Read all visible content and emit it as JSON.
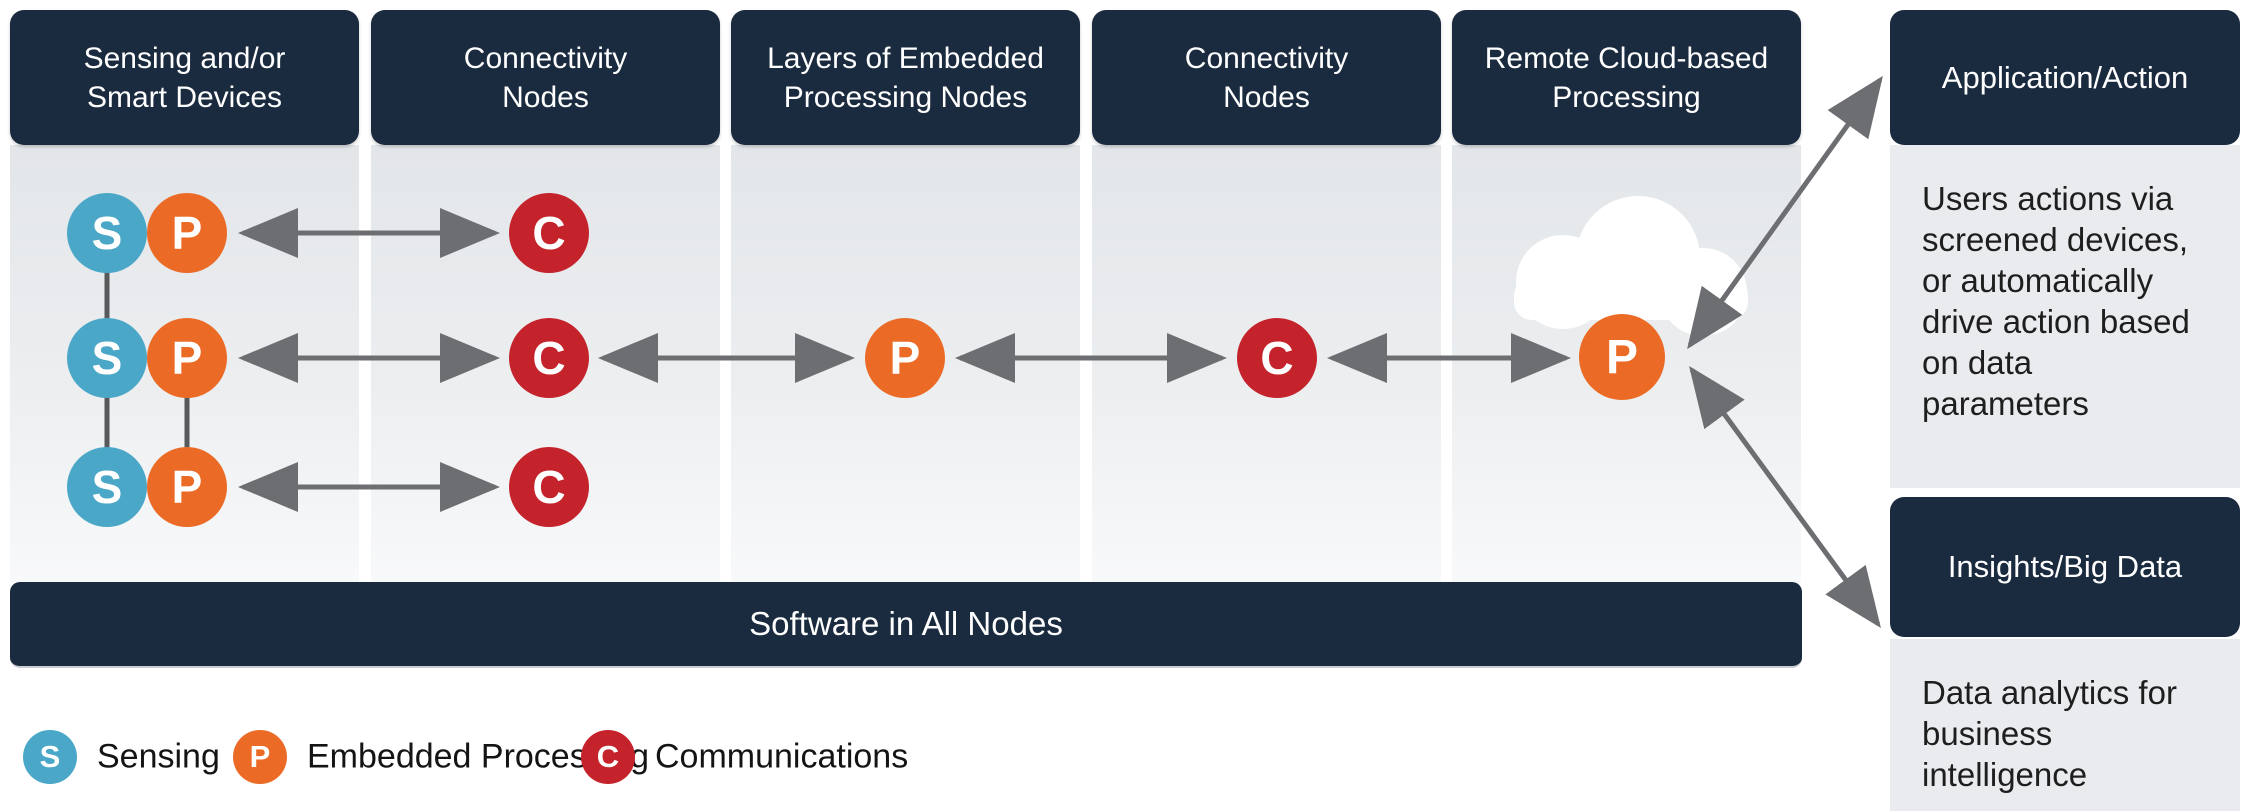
{
  "palette": {
    "navy": "#1b2b3f",
    "teal": "#4aa7c7",
    "orange": "#eb6b26",
    "red": "#c4232b",
    "arrow_gray": "#6d6e71",
    "connector_gray": "#58595c",
    "column_gray": "#e4e7e9",
    "panel_gray": "#e9ebee"
  },
  "column_headers": [
    {
      "label": "Sensing and/or\nSmart Devices"
    },
    {
      "label": "Connectivity\nNodes"
    },
    {
      "label": "Layers of Embedded\nProcessing Nodes"
    },
    {
      "label": "Connectivity\nNodes"
    },
    {
      "label": "Remote Cloud-based\nProcessing"
    }
  ],
  "letters": {
    "s": "S",
    "p": "P",
    "c": "C"
  },
  "software_bar": {
    "label": "Software in All Nodes"
  },
  "right_panel": {
    "application": {
      "title": "Application/Action",
      "body": "Users actions via\nscreened devices,\nor automatically\ndrive action based\non data\nparameters"
    },
    "insights": {
      "title": "Insights/Big Data",
      "body": "Data analytics for\nbusiness\nintelligence"
    }
  },
  "legend": [
    {
      "letter": "S",
      "label": "Sensing",
      "color_key": "teal"
    },
    {
      "letter": "P",
      "label": "Embedded Processing",
      "color_key": "orange"
    },
    {
      "letter": "C",
      "label": "Communications",
      "color_key": "red"
    }
  ]
}
